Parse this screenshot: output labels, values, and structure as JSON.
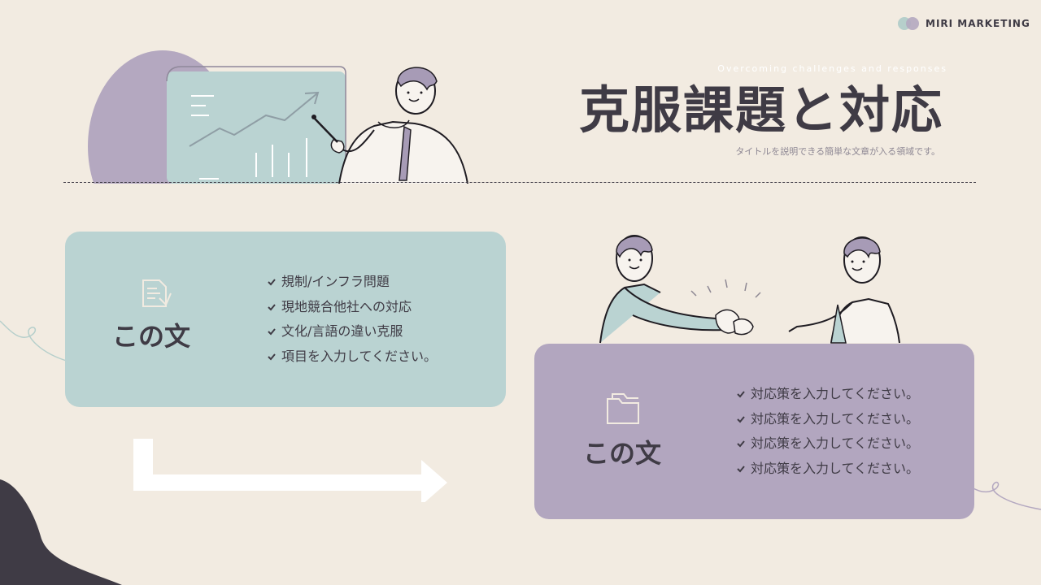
{
  "brand": {
    "name": "MIRI MARKETING"
  },
  "header": {
    "subtitle_en": "Overcoming challenges and responses",
    "title": "克服課題と対応",
    "subtitle_jp": "タイトルを説明できる簡単な文章が入る領域です。"
  },
  "challenges_card": {
    "icon": "document-edit-icon",
    "heading": "この文",
    "items": [
      "規制/インフラ問題",
      "現地競合他社への対応",
      "文化/言語の違い克服",
      "項目を入力してください。"
    ]
  },
  "responses_card": {
    "icon": "folder-icon",
    "heading": "この文",
    "items": [
      "対応策を入力してください。",
      "対応策を入力してください。",
      "対応策を入力してください。",
      "対応策を入力してください。"
    ]
  },
  "colors": {
    "background": "#f2ebe1",
    "teal": "#bad3d2",
    "purple": "#b2a6bf",
    "dark": "#3f3b45"
  }
}
